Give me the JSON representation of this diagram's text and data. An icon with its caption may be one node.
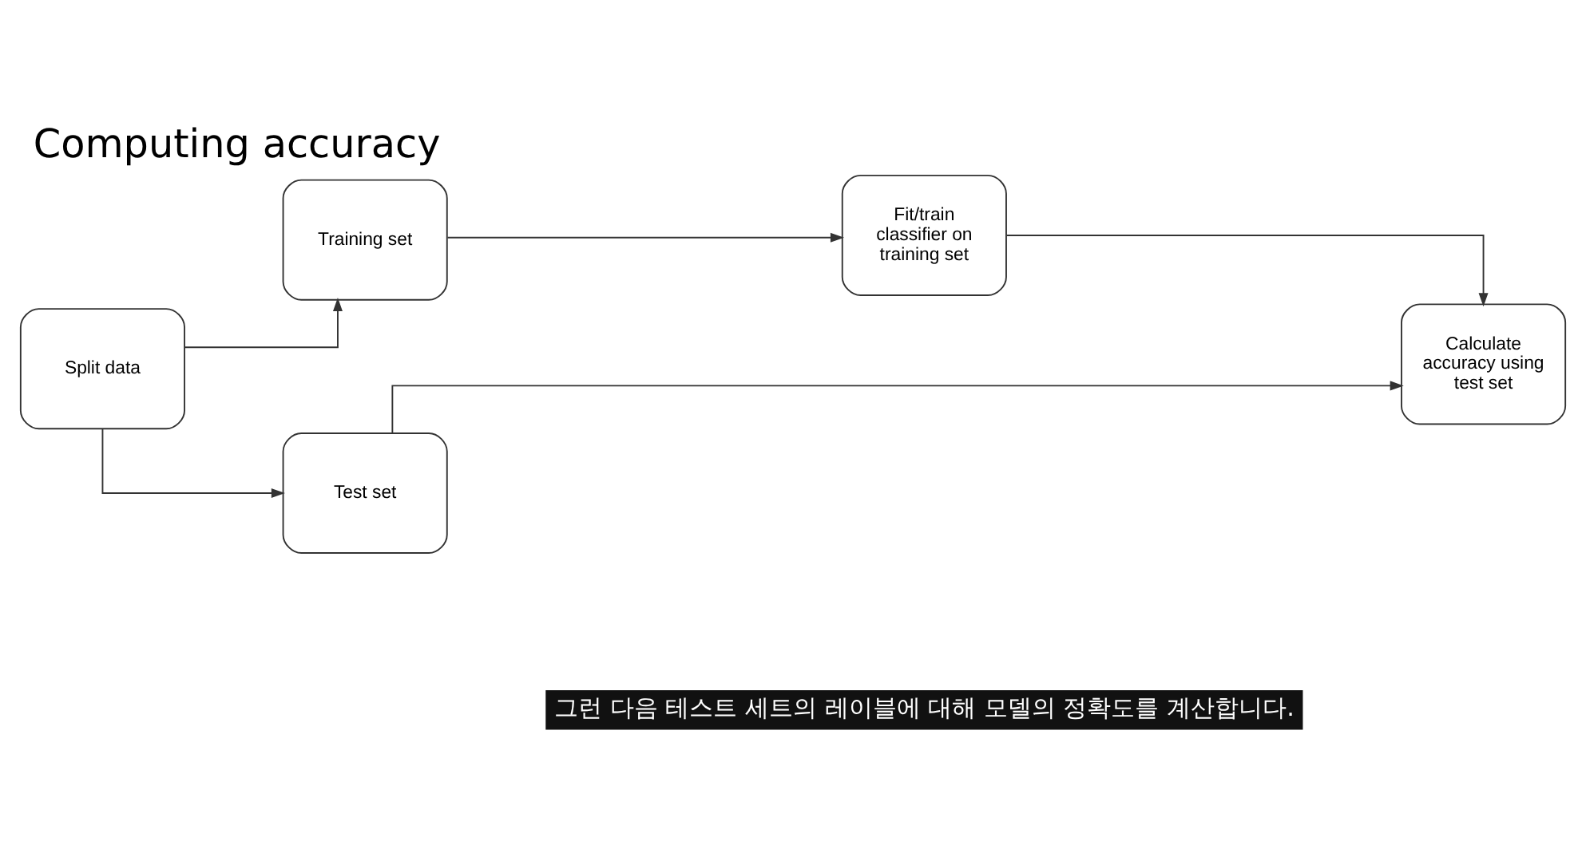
{
  "diagram": {
    "title": "Computing accuracy",
    "caption": "그런 다음 테스트 세트의 레이블에 대해 모델의 정확도를 계산합니다.",
    "nodes": [
      {
        "text": [
          "Split data"
        ]
      },
      {
        "text": [
          "Training set"
        ]
      },
      {
        "text": [
          "Test set"
        ]
      },
      {
        "text": [
          "Fit/train classifier on training set"
        ]
      },
      {
        "text": [
          "Calculate accuracy using test set"
        ]
      }
    ],
    "edges": [
      {
        "from": 0,
        "to": 1,
        "arrow": "to"
      },
      {
        "from": 0,
        "to": 2,
        "arrow": "to"
      },
      {
        "from": 1,
        "to": 3,
        "arrow": "to"
      },
      {
        "from": 3,
        "to": 4,
        "arrow": "to"
      },
      {
        "from": 2,
        "to": 4,
        "arrow": "to"
      }
    ]
  }
}
